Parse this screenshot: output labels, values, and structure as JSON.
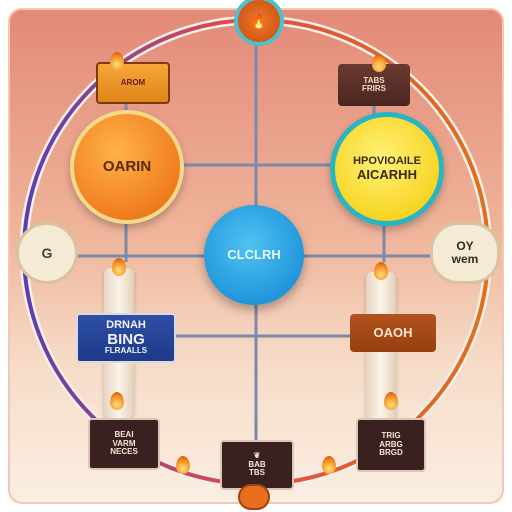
{
  "nodes": {
    "left": "OARIN",
    "right_line1": "HPOVIOAILE",
    "right_line2": "AICARHH",
    "center": "CLCLRH",
    "left_small": "G",
    "right_small_line1": "OY",
    "right_small_line2": "wem"
  },
  "labels": {
    "top_left": "AROM",
    "top_right_line1": "TABS",
    "top_right_line2": "FRIRS",
    "mid_left_line1": "DRNAH",
    "mid_left_line2": "BING",
    "mid_left_line3": "FLRAALLS",
    "mid_right": "OAOH",
    "box1_line1": "BEAI",
    "box1_line2": "VARM",
    "box1_line3": "NECES",
    "box2_line1": "BAB",
    "box2_line2": "TBS",
    "box3_line1": "TRIG",
    "box3_line2": "ARBG",
    "box3_line3": "BRGD"
  },
  "colors": {
    "ring_left": "#5a3fb0",
    "ring_right": "#e0701c",
    "ring_top": "#e24a4a",
    "lines": "#7b8aa8"
  }
}
